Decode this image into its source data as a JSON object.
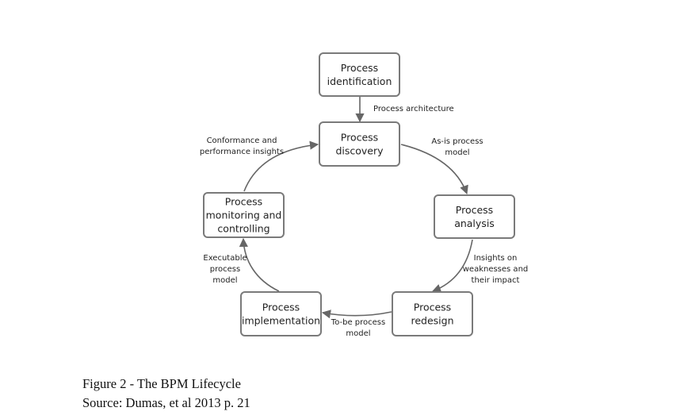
{
  "figure": {
    "nodes": [
      {
        "id": "identification",
        "lines": [
          "Process",
          "identification"
        ]
      },
      {
        "id": "discovery",
        "lines": [
          "Process",
          "discovery"
        ]
      },
      {
        "id": "analysis",
        "lines": [
          "Process",
          "analysis"
        ]
      },
      {
        "id": "redesign",
        "lines": [
          "Process",
          "redesign"
        ]
      },
      {
        "id": "implementation",
        "lines": [
          "Process",
          "implementation"
        ]
      },
      {
        "id": "monitoring",
        "lines": [
          "Process",
          "monitoring and",
          "controlling"
        ]
      }
    ],
    "edges": [
      {
        "from": "identification",
        "to": "discovery",
        "label_lines": [
          "Process architecture"
        ]
      },
      {
        "from": "discovery",
        "to": "analysis",
        "label_lines": [
          "As-is process",
          "model"
        ]
      },
      {
        "from": "analysis",
        "to": "redesign",
        "label_lines": [
          "Insights on",
          "weaknesses and",
          "their impact"
        ]
      },
      {
        "from": "redesign",
        "to": "implementation",
        "label_lines": [
          "To-be process",
          "model"
        ]
      },
      {
        "from": "implementation",
        "to": "monitoring",
        "label_lines": [
          "Executable",
          "process",
          "model"
        ]
      },
      {
        "from": "monitoring",
        "to": "discovery",
        "label_lines": [
          "Conformance and",
          "performance insights"
        ]
      }
    ],
    "colors": {
      "box_border": "#7a7a7a",
      "arrow": "#666666",
      "text": "#222222"
    }
  },
  "caption": {
    "title": "Figure 2 - The BPM Lifecycle",
    "source": "Source: Dumas, et al 2013 p. 21"
  }
}
